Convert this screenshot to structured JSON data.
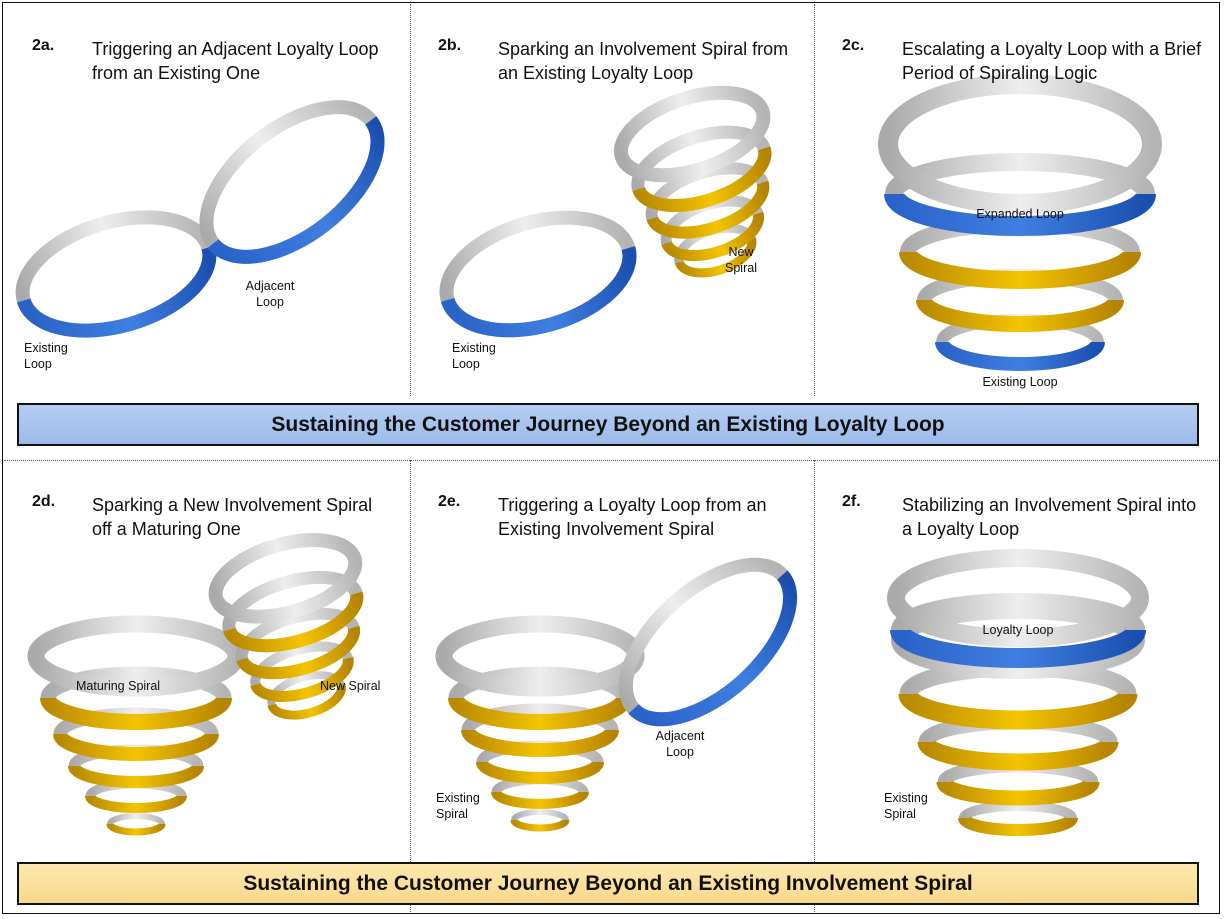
{
  "colors": {
    "loop_blue": "#1f5bc4",
    "loop_gray": "#c9c9c9",
    "spiral_gold": "#d5a200",
    "banner_top": "#a8c4ef",
    "banner_bottom": "#fbe3a2"
  },
  "banners": {
    "top": "Sustaining the Customer Journey Beyond an Existing Loyalty Loop",
    "bottom": "Sustaining the Customer Journey Beyond an Existing Involvement Spiral"
  },
  "panels": {
    "p2a": {
      "num": "2a.",
      "title": "Triggering an Adjacent Loyalty Loop from an Existing One",
      "labels": {
        "existing": "Existing Loop",
        "adjacent": "Adjacent Loop"
      }
    },
    "p2b": {
      "num": "2b.",
      "title": "Sparking an Involvement Spiral from an Existing Loyalty Loop",
      "labels": {
        "existing": "Existing Loop",
        "new_spiral": "New Spiral"
      }
    },
    "p2c": {
      "num": "2c.",
      "title": "Escalating a Loyalty Loop with a Brief Period of Spiraling Logic",
      "labels": {
        "expanded": "Expanded Loop",
        "existing": "Existing Loop"
      }
    },
    "p2d": {
      "num": "2d.",
      "title": "Sparking a New Involvement Spiral off a Maturing One",
      "labels": {
        "maturing": "Maturing Spiral",
        "new_spiral": "New Spiral"
      }
    },
    "p2e": {
      "num": "2e.",
      "title": "Triggering a Loyalty Loop from an Existing Involvement Spiral",
      "labels": {
        "existing": "Existing Spiral",
        "adjacent": "Adjacent Loop"
      }
    },
    "p2f": {
      "num": "2f.",
      "title": "Stabilizing an Involvement Spiral into a Loyalty Loop",
      "labels": {
        "loyalty": "Loyalty Loop",
        "existing": "Existing Spiral"
      }
    }
  }
}
